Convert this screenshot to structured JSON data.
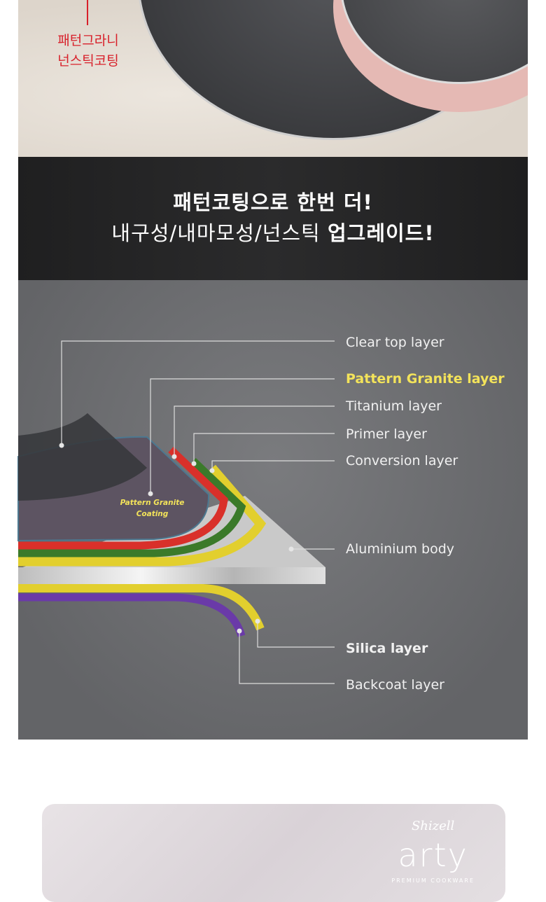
{
  "hero": {
    "coating_label_line1": "패턴그라니",
    "coating_label_line2": "넌스틱코팅"
  },
  "banner": {
    "line1": "패턴코팅으로 한번 더!",
    "line2_regular": "내구성/내마모성/넌스틱 ",
    "line2_bold": "업그레이드!"
  },
  "diagram": {
    "inner_label_line1": "Pattern Granite",
    "inner_label_line2": "Coating",
    "layers": [
      "Clear top layer",
      "Pattern Granite layer",
      "Titanium layer",
      "Primer layer",
      "Conversion layer",
      "Aluminium body",
      "Silica layer",
      "Backcoat layer"
    ],
    "colors": {
      "highlight": "#f3e35a",
      "red": "#d8202a"
    }
  },
  "logo": {
    "brand": "Shizell",
    "name": "arty",
    "tagline": "PREMIUM COOKWARE"
  }
}
